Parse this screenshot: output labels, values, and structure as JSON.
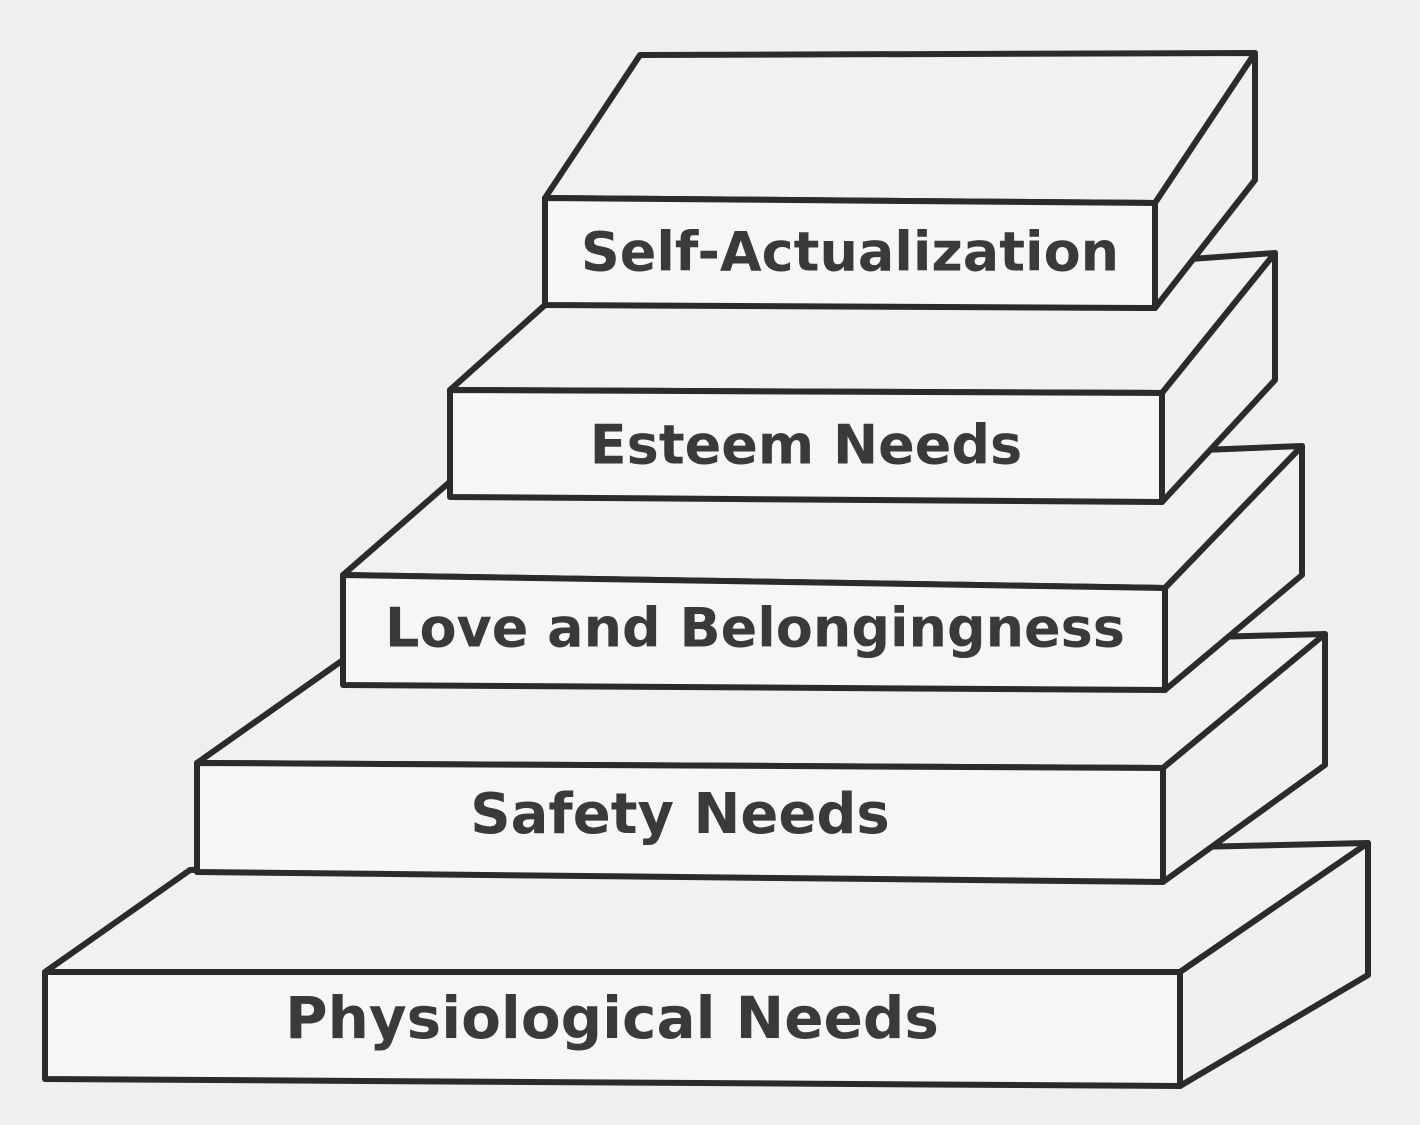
{
  "diagram": {
    "levels": [
      {
        "id": "physiological",
        "label": "Physiological Needs"
      },
      {
        "id": "safety",
        "label": "Safety Needs"
      },
      {
        "id": "love",
        "label": "Love and Belongingness"
      },
      {
        "id": "esteem",
        "label": "Esteem Needs"
      },
      {
        "id": "self-actualization",
        "label": "Self-Actualization"
      }
    ]
  }
}
